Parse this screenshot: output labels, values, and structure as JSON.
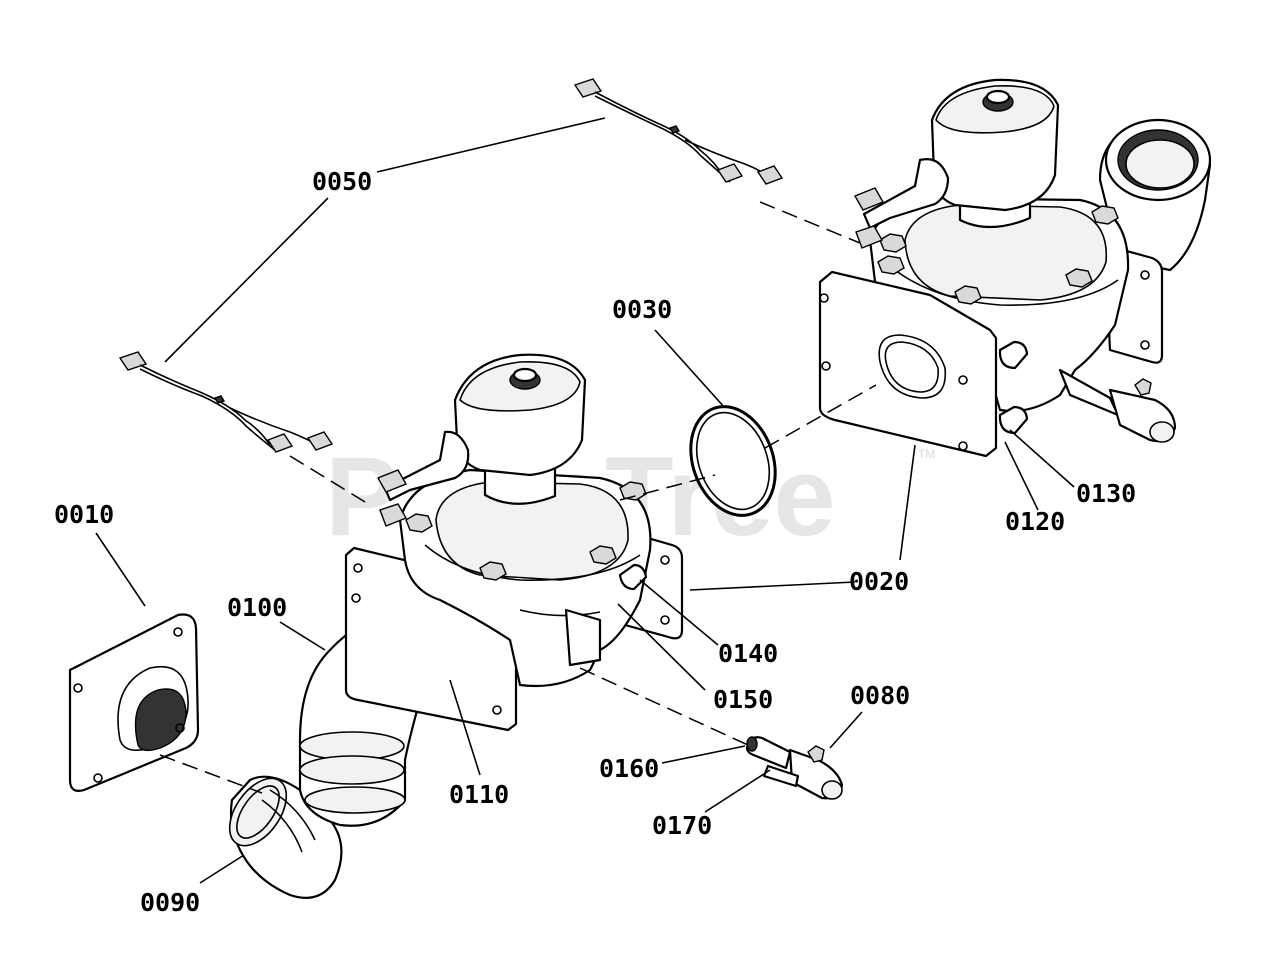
{
  "watermark": "PartsTree",
  "watermark_tm": "TM",
  "labels": {
    "l0010": "0010",
    "l0020": "0020",
    "l0030": "0030",
    "l0050": "0050",
    "l0080": "0080",
    "l0090": "0090",
    "l0100": "0100",
    "l0110": "0110",
    "l0120": "0120",
    "l0130": "0130",
    "l0140": "0140",
    "l0150": "0150",
    "l0160": "0160",
    "l0170": "0170"
  }
}
